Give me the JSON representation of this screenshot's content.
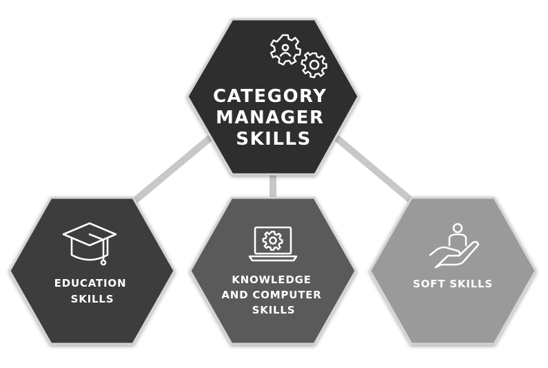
{
  "colors": {
    "center_hex": "#2f2f2f",
    "education_hex": "#3e3e3e",
    "knowledge_hex": "#5a5a5a",
    "soft_hex": "#9a9a9a",
    "connector": "#c8c8c8",
    "hex_border": "#d4d4d4",
    "text": "#ffffff"
  },
  "center": {
    "icon": "gears-user-icon",
    "label_lines": [
      "CATEGORY",
      "MANAGER",
      "SKILLS"
    ]
  },
  "categories": [
    {
      "icon": "graduation-cap-icon",
      "label_lines": [
        "EDUCATION",
        "SKILLS"
      ]
    },
    {
      "icon": "laptop-gear-icon",
      "label_lines": [
        "KNOWLEDGE",
        "AND COMPUTER",
        "SKILLS"
      ]
    },
    {
      "icon": "hand-person-icon",
      "label_lines": [
        "SOFT SKILLS"
      ]
    }
  ]
}
